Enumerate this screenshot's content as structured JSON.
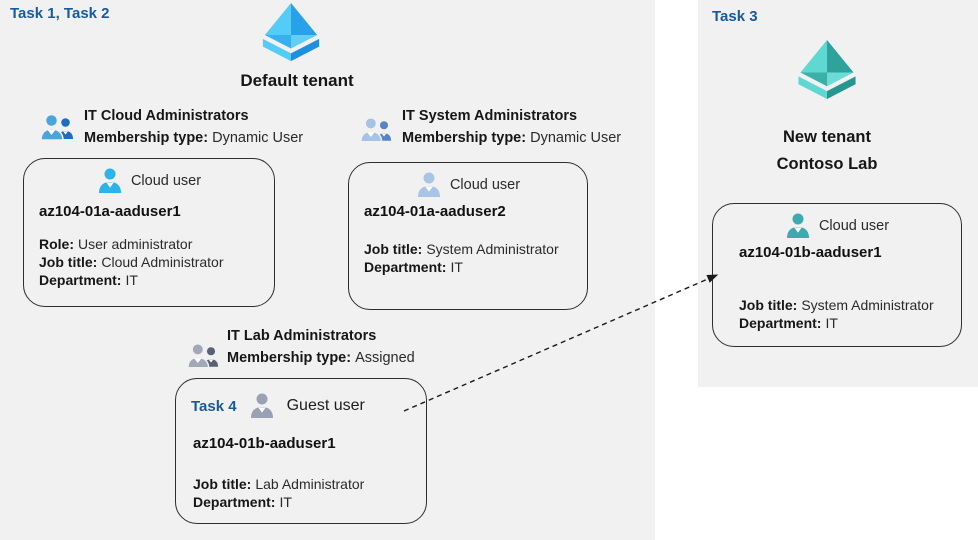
{
  "page": {
    "task_left": "Task 1, Task 2",
    "task_right": "Task 3"
  },
  "default_tenant": {
    "name": "Default tenant",
    "groups": [
      {
        "name": "IT Cloud Administrators",
        "membership_label": "Membership type:",
        "membership_value": "Dynamic User"
      },
      {
        "name": "IT System Administrators",
        "membership_label": "Membership type:",
        "membership_value": "Dynamic User"
      },
      {
        "name": "IT Lab Administrators",
        "membership_label": "Membership type:",
        "membership_value": "Assigned"
      }
    ],
    "cards": [
      {
        "user_type": "Cloud user",
        "username": "az104-01a-aaduser1",
        "fields": [
          {
            "label": "Role:",
            "value": "User administrator"
          },
          {
            "label": "Job title:",
            "value": "Cloud Administrator"
          },
          {
            "label": "Department:",
            "value": "IT"
          }
        ]
      },
      {
        "user_type": "Cloud user",
        "username": "az104-01a-aaduser2",
        "fields": [
          {
            "label": "Job title:",
            "value": "System Administrator"
          },
          {
            "label": "Department:",
            "value": "IT"
          }
        ]
      },
      {
        "task_label": "Task 4",
        "user_type": "Guest user",
        "username": "az104-01b-aaduser1",
        "fields": [
          {
            "label": "Job title:",
            "value": "Lab Administrator"
          },
          {
            "label": "Department:",
            "value": "IT"
          }
        ]
      }
    ]
  },
  "new_tenant": {
    "name_line1": "New tenant",
    "name_line2": "Contoso Lab",
    "card": {
      "user_type": "Cloud user",
      "username": "az104-01b-aaduser1",
      "fields": [
        {
          "label": "Job title:",
          "value": "System Administrator"
        },
        {
          "label": "Department:",
          "value": "IT"
        }
      ]
    }
  },
  "colors": {
    "task_text": "#185a9d",
    "panel_bg": "#f1f1f2",
    "card_border": "#2e2e2e",
    "aad_blue_light": "#55ccf7",
    "aad_blue_dark": "#28a0ea",
    "aad_teal_light": "#5fd8d1",
    "aad_teal_dark": "#2fa39b",
    "group_cloud_primary": "#4aa4de",
    "group_cloud_secondary": "#1e6cc0",
    "group_system_primary": "#a6c3e6",
    "group_system_secondary": "#5585c8",
    "group_lab_primary": "#a3a8b6",
    "group_lab_secondary": "#5a6174",
    "cloud_user_1": "#2bb3ea",
    "cloud_user_2": "#a9c5e6",
    "guest_user": "#9ba1b3",
    "cloud_user_teal": "#3eaaaf",
    "arrow": "#1a1a1a"
  }
}
